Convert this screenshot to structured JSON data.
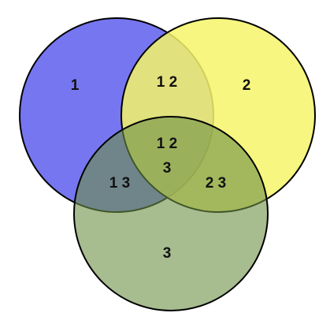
{
  "sets": [
    {
      "id": "set-1",
      "color": "#6f6ff0"
    },
    {
      "id": "set-2",
      "color": "#f8f86a"
    },
    {
      "id": "set-3",
      "color": "#7a9a5a"
    }
  ],
  "regions": {
    "only_1": "1",
    "only_2": "2",
    "only_3": "3",
    "r12": "1 2",
    "r13": "1 3",
    "r23": "2 3",
    "r123_line1": "1 2",
    "r123_line2": "3"
  },
  "outline_color": "#000000"
}
